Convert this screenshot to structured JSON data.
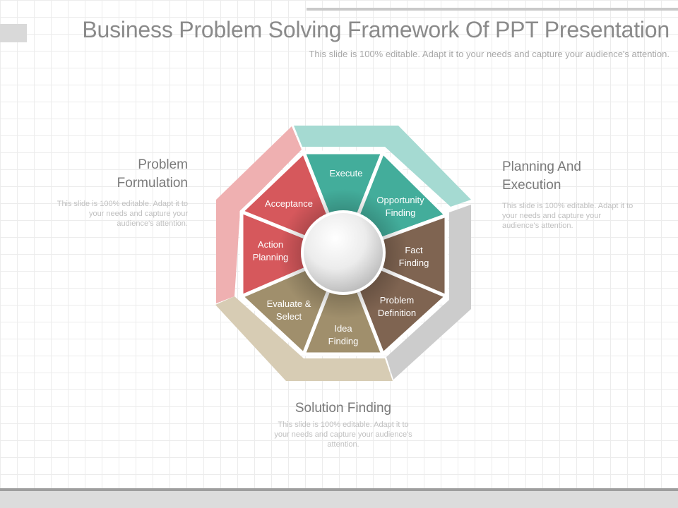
{
  "slide": {
    "title": "Business Problem Solving Framework Of PPT Presentation",
    "subtitle": "This slide is 100% editable. Adapt it to your needs and capture your audience's attention."
  },
  "colors": {
    "teal": "#43ad9b",
    "red": "#d6585c",
    "tan": "#a08f6c",
    "brown": "#7f6451",
    "teal_band": "#a5dad2",
    "pink_band": "#efb0b1",
    "beige_band": "#d7ccb4",
    "gray_band": "#cccccc"
  },
  "segments": {
    "execute": "Execute",
    "opportunity_finding": "Opportunity Finding",
    "fact_finding": "Fact Finding",
    "problem_definition": "Problem Definition",
    "idea_finding": "Idea Finding",
    "evaluate_select": "Evaluate & Select",
    "action_planning": "Action Planning",
    "acceptance": "Acceptance"
  },
  "sections": {
    "problem_formulation": {
      "title": "Problem Formulation",
      "description": "This slide is 100% editable. Adapt it to your needs and capture your audience's attention."
    },
    "planning_execution": {
      "title": "Planning And Execution",
      "description": "This slide is 100% editable. Adapt it to your needs and capture your audience's attention."
    },
    "solution_finding": {
      "title": "Solution Finding",
      "description": "This slide is 100% editable. Adapt it to your needs and capture your audience's attention."
    }
  }
}
